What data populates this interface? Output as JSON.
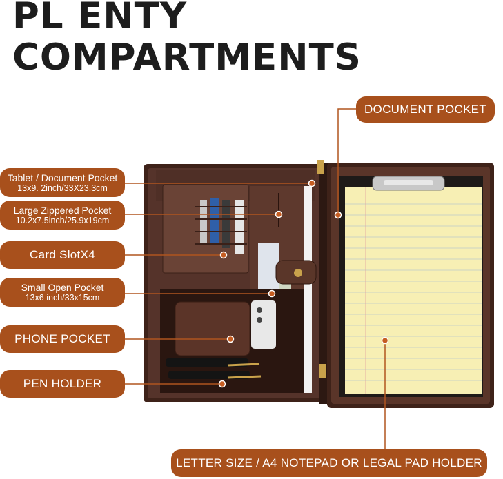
{
  "title": {
    "line1": "PL ENTY",
    "line2": "COMPARTMENTS"
  },
  "labels": {
    "document_pocket": "DOCUMENT POCKET",
    "tablet_pocket": {
      "name": "Tablet / Document Pocket",
      "size": "13x9. 2inch/33X23.3cm"
    },
    "zippered_pocket": {
      "name": "Large Zippered Pocket",
      "size": "10.2x7.5inch/25.9x19cm"
    },
    "card_slot": "Card SlotX4",
    "small_open_pocket": {
      "name": "Small Open Pocket",
      "size": "13x6 inch/33x15cm"
    },
    "phone_pocket": "PHONE POCKET",
    "pen_holder": "PEN HOLDER",
    "notepad_holder": "LETTER SIZE / A4 NOTEPAD OR LEGAL PAD HOLDER"
  },
  "colors": {
    "accent": "#a8501c",
    "leather": "#4a2c22",
    "pad": "#f7efb4",
    "title": "#1d1d1d"
  }
}
